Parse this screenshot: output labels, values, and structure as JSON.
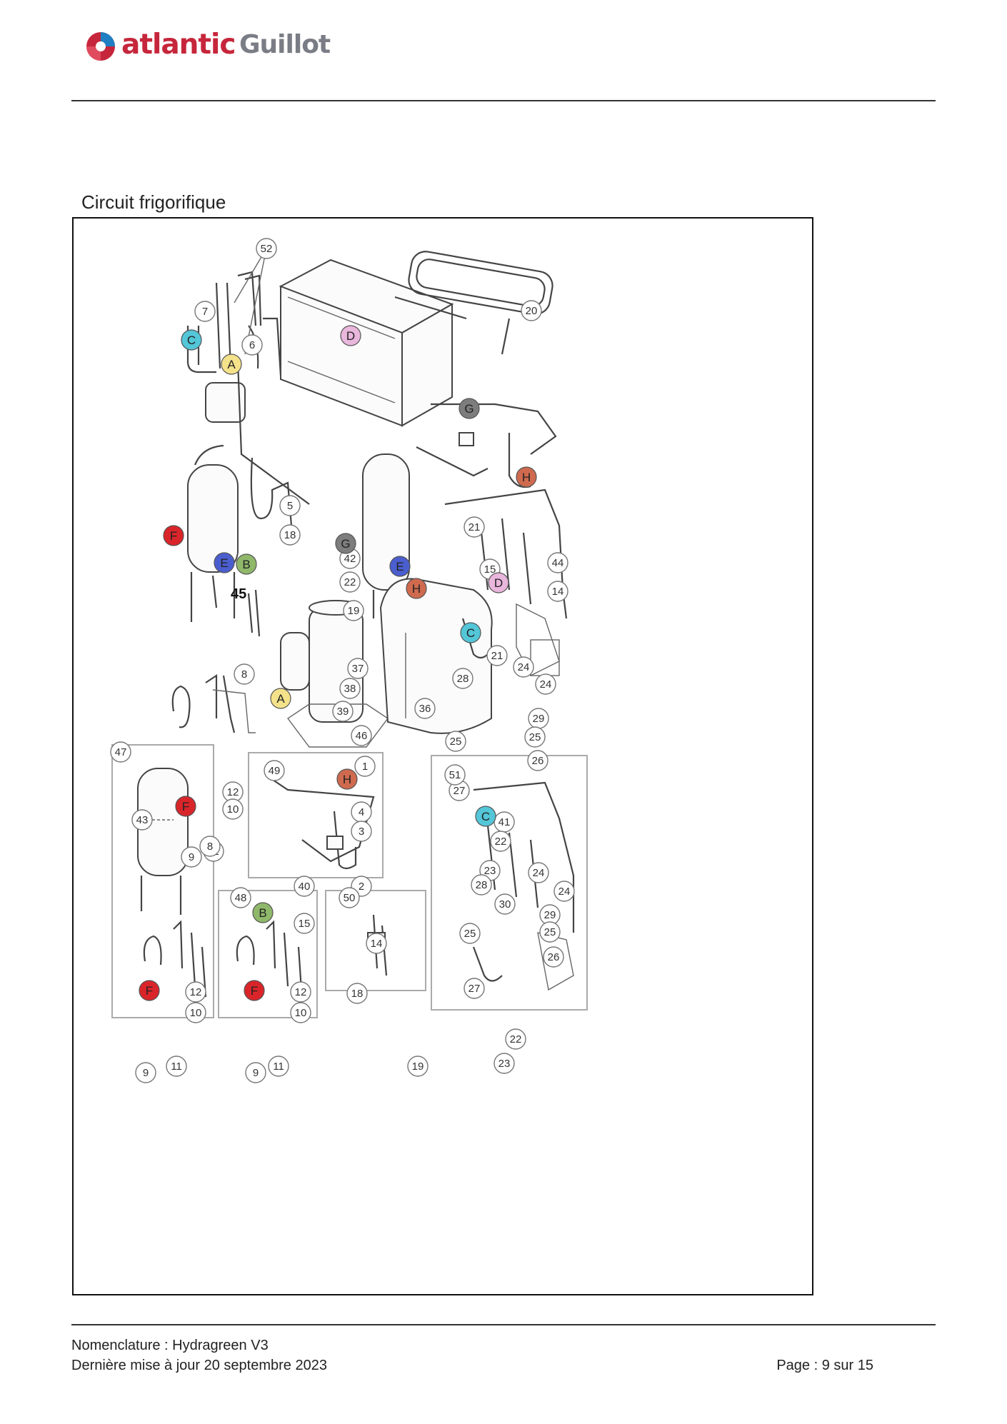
{
  "header": {
    "brand_main": "atlantic",
    "brand_secondary": "Guillot",
    "brand_colors": {
      "red": "#c6263b",
      "blue": "#1f7fc2",
      "grey": "#7a7d85"
    }
  },
  "section_title": "Circuit frigorifique",
  "diagram": {
    "letter_colors": {
      "A": "#f4e28a",
      "B": "#8fb86a",
      "C": "#53c6d8",
      "D": "#e9b6dc",
      "E": "#4a5ecf",
      "F": "#d9252a",
      "G": "#7d7d7d",
      "H": "#cf6a4f"
    },
    "insets": [
      "47",
      "48",
      "49",
      "50",
      "51"
    ],
    "main_part_numbers": [
      "1",
      "2",
      "3",
      "4",
      "5",
      "6",
      "7",
      "8",
      "9",
      "10",
      "11",
      "12",
      "14",
      "15",
      "18",
      "19",
      "20",
      "21",
      "22",
      "23",
      "24",
      "25",
      "26",
      "27",
      "28",
      "29",
      "30",
      "36",
      "37",
      "38",
      "39",
      "40",
      "41",
      "42",
      "43",
      "44",
      "46",
      "52"
    ],
    "loose_label": "45"
  },
  "footer": {
    "line1": "Nomenclature : Hydragreen V3",
    "line2": "Dernière mise à jour 20 septembre 2023",
    "page": "Page : 9 sur 15"
  }
}
